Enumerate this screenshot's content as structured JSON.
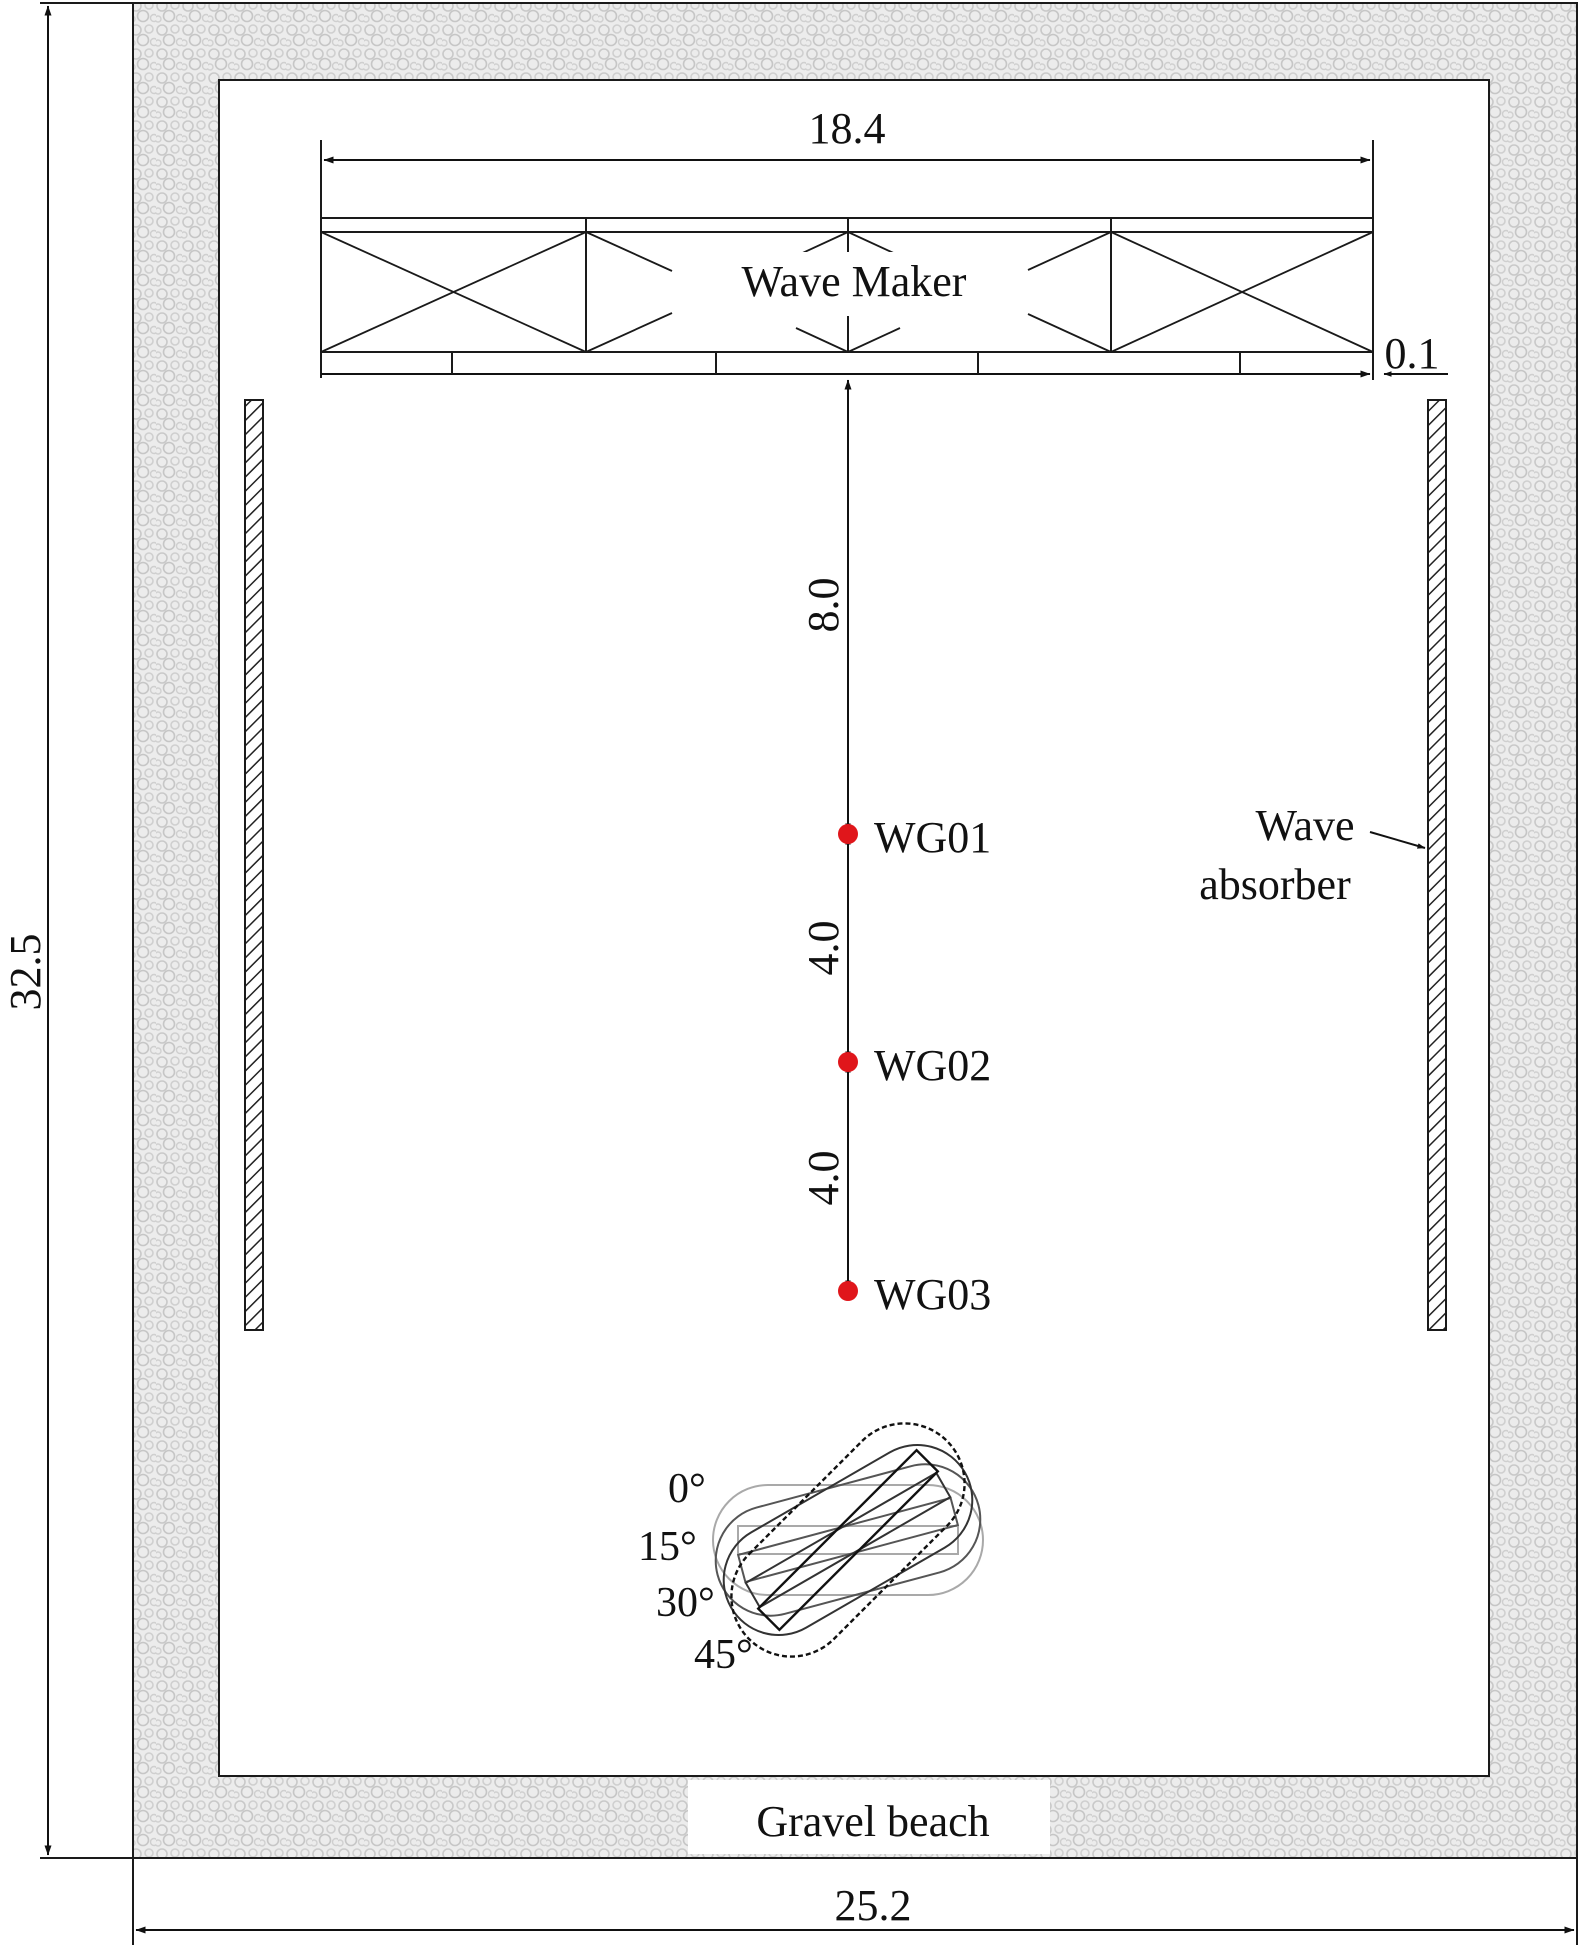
{
  "diagram": {
    "labels": {
      "wave_maker": "Wave Maker",
      "gravel_beach": "Gravel beach",
      "wave_absorber_line1": "Wave",
      "wave_absorber_line2": "absorber"
    },
    "dimensions": {
      "overall_width": "25.2",
      "overall_length": "32.5",
      "wave_maker_width": "18.4",
      "gap": "0.1",
      "maker_to_wg01": "8.0",
      "wg01_to_wg02": "4.0",
      "wg02_to_wg03": "4.0"
    },
    "gauges": [
      {
        "id": "WG01"
      },
      {
        "id": "WG02"
      },
      {
        "id": "WG03"
      }
    ],
    "angles": [
      "0°",
      "15°",
      "30°",
      "45°"
    ],
    "colors": {
      "line": "#1a1a1a",
      "gauge": "#e0161b",
      "gravel_bg": "#e9e9e9",
      "gravel_cell": "#d2d2d2",
      "model_gray": "#9a9a9a"
    }
  }
}
